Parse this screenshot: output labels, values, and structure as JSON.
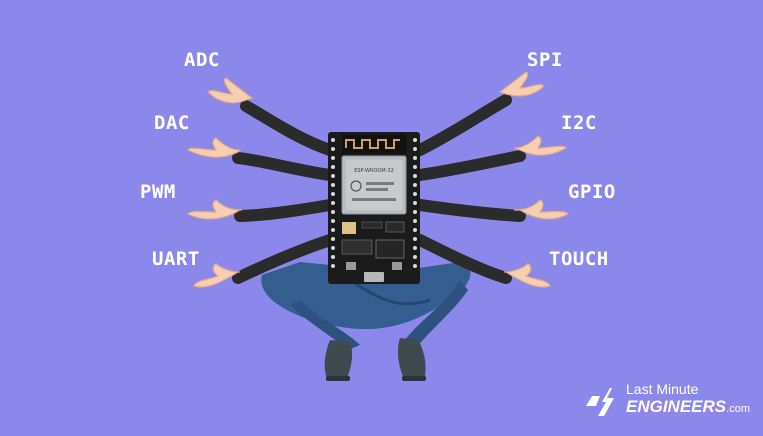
{
  "features": {
    "adc": "ADC",
    "dac": "DAC",
    "pwm": "PWM",
    "uart": "UART",
    "spi": "SPI",
    "i2c": "I2C",
    "gpio": "GPIO",
    "touch": "TOUCH"
  },
  "board": {
    "module_label": "ESP-WROOM-32"
  },
  "brand": {
    "line1": "Last Minute",
    "line2": "ENGINEERS",
    "suffix": ".com"
  },
  "colors": {
    "background": "#8c87ea",
    "sleeve": "#2b2b2b",
    "skin": "#f6cfb3",
    "board": "#1b1b1b",
    "jeans": "#345e8f",
    "shoes": "#3f4a4f",
    "label": "#ffffff"
  }
}
